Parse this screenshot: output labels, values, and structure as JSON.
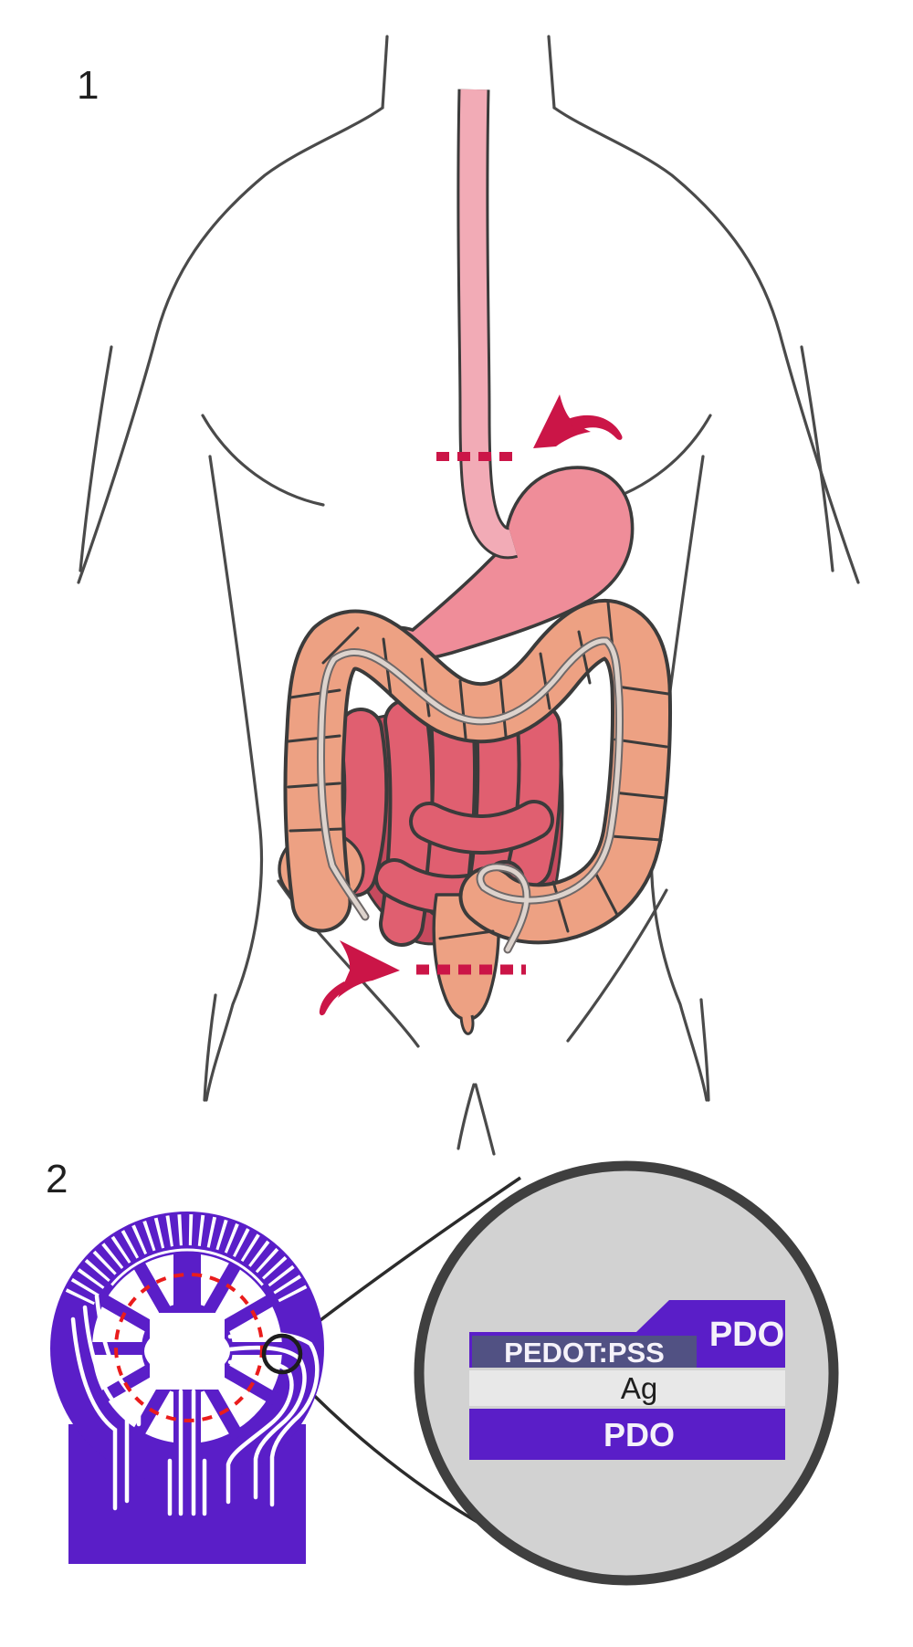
{
  "figure": {
    "panel1": {
      "label": "1",
      "content": "human torso outline with gastrointestinal tract, tethered capsule wire, and two resection cut marks"
    },
    "panel2": {
      "label": "2",
      "content": "flexible circular sensor device with interdigitated electrodes and magnified cross-section"
    },
    "inset": {
      "pdo_top_label": "PDO",
      "pedot_label": "PEDOT:PSS",
      "ag_label": "Ag",
      "pdo_bottom_label": "PDO"
    }
  },
  "icons": {
    "upper_cut_arrow": "curved-swoosh-arrow-pointing-down-left",
    "lower_cut_arrow": "curved-swoosh-arrow-pointing-right",
    "upper_cut_line": "red-dashed-cut-line-across-esophagus",
    "lower_cut_line": "red-dashed-cut-line-across-rectum",
    "magnified_region": "red-dashed-circle-on-device",
    "zoom_origin": "small-black-circle-outline",
    "callout_lines": "magnifier-tangent-lines"
  },
  "colors": {
    "ink": "#1f1f1f",
    "body": "#4a4a4a",
    "outline": "#3b3b3b",
    "esophagus": "#f2abb6",
    "stomach": "#ef8d99",
    "colon": "#eda183",
    "gutBg": "#c64a5e",
    "coil": "#e05f70",
    "wireLight": "#ddd3cd",
    "wireDark": "#6e6868",
    "crimson": "#cb1547",
    "red": "#ea1c1c",
    "purple": "#5a1ec8",
    "slate": "#515183",
    "silver": "#e8e8e8",
    "insetFill": "#d2d2d2",
    "insetRing": "#3f3f3f",
    "white": "#f5f2fa"
  }
}
